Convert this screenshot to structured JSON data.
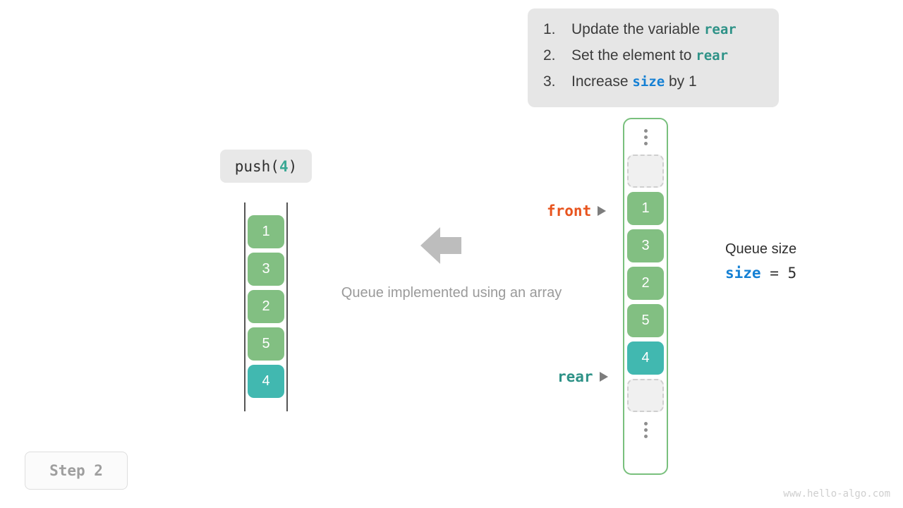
{
  "instructions": {
    "items": [
      {
        "num": "1.",
        "before": "Update the variable ",
        "keyword": "rear",
        "keyword_style": "teal",
        "after": ""
      },
      {
        "num": "2.",
        "before": "Set the element to ",
        "keyword": "rear",
        "keyword_style": "teal",
        "after": ""
      },
      {
        "num": "3.",
        "before": "Increase ",
        "keyword": "size",
        "keyword_style": "blue",
        "after": " by 1"
      }
    ]
  },
  "operation": {
    "name": "push(",
    "arg": "4",
    "close": ")"
  },
  "logical_array": {
    "cells": [
      {
        "value": "1",
        "style": "green"
      },
      {
        "value": "3",
        "style": "green"
      },
      {
        "value": "2",
        "style": "green"
      },
      {
        "value": "5",
        "style": "green"
      },
      {
        "value": "4",
        "style": "teal"
      }
    ]
  },
  "physical_array": {
    "slots": [
      {
        "value": "",
        "style": "dots"
      },
      {
        "value": "",
        "style": "empty"
      },
      {
        "value": "1",
        "style": "green"
      },
      {
        "value": "3",
        "style": "green"
      },
      {
        "value": "2",
        "style": "green"
      },
      {
        "value": "5",
        "style": "green"
      },
      {
        "value": "4",
        "style": "teal"
      },
      {
        "value": "",
        "style": "empty"
      },
      {
        "value": "",
        "style": "dots"
      }
    ]
  },
  "pointers": {
    "front": "front",
    "rear": "rear"
  },
  "center": {
    "caption": "Queue implemented using an array"
  },
  "size_panel": {
    "title": "Queue size",
    "var": "size",
    "expr_rest": " = 5"
  },
  "step": {
    "label": "Step 2"
  },
  "watermark": {
    "text": "www.hello-algo.com"
  },
  "colors": {
    "green": "#82bf82",
    "teal": "#41b8b0",
    "front": "#e8541e",
    "rear": "#2e9287",
    "size": "#1580d4",
    "container_border": "#79c07d",
    "card_bg": "#e6e6e6"
  }
}
